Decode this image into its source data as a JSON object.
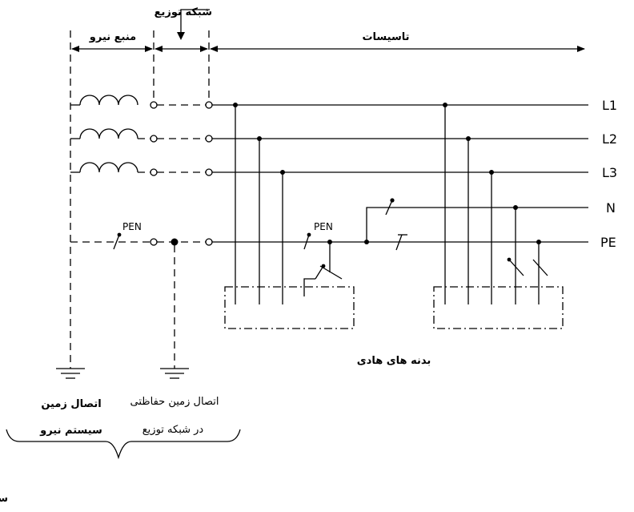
{
  "labels": {
    "distribution_network": "شبکه توزیع",
    "power_source": "منبع نیرو",
    "installations": "تاسیسات",
    "L1": "L1",
    "L2": "L2",
    "L3": "L3",
    "N": "N",
    "PE": "PE",
    "pen_left": "PEN",
    "pen_mid": "PEN",
    "conductive_bodies": "بدنه های هادی",
    "earthing": "اتصال زمین",
    "power_system": "سیستم نیرو",
    "protective_earthing": "اتصال زمین حفاظتی",
    "in_distribution_network": "در شبکه توزیع",
    "caption": "سیستم اتصال زمین با یک و یا چند الکترود زمین"
  },
  "colors": {
    "line": "#000000",
    "background": "#ffffff"
  }
}
